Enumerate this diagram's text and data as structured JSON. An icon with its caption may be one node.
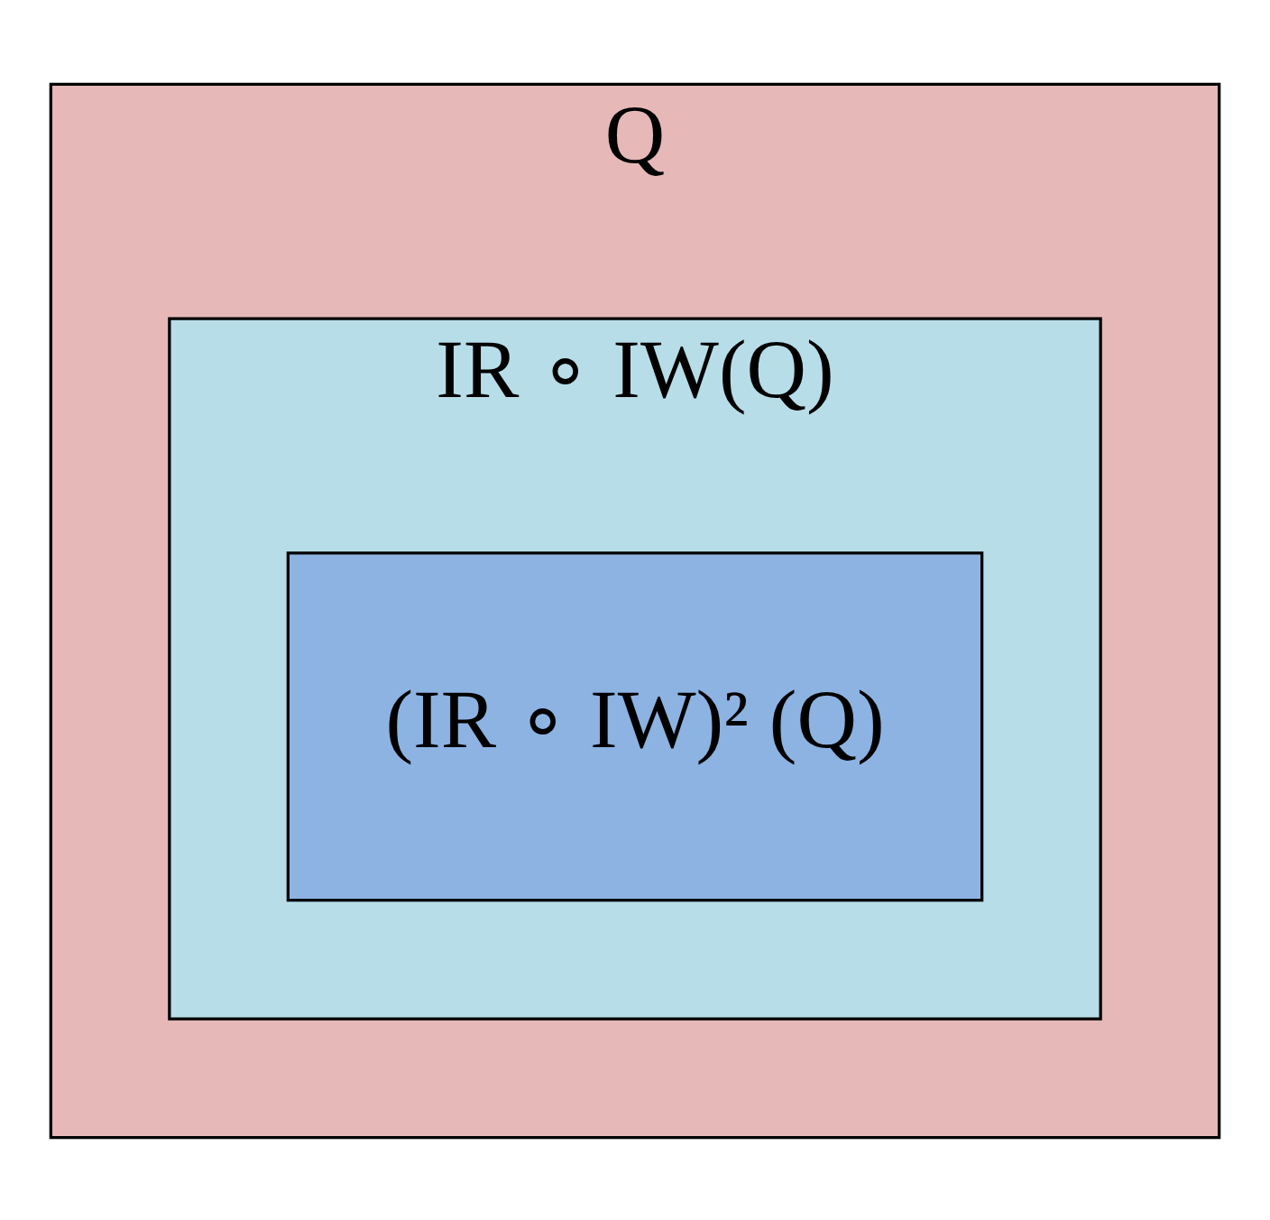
{
  "diagram": {
    "nodes": [
      {
        "text": [
          "Q"
        ]
      },
      {
        "text": [
          "IR ∘ IW(Q)"
        ],
        "in": 0
      },
      {
        "text": [
          "(IR ∘ IW)² (Q)"
        ],
        "in": 1
      }
    ]
  }
}
